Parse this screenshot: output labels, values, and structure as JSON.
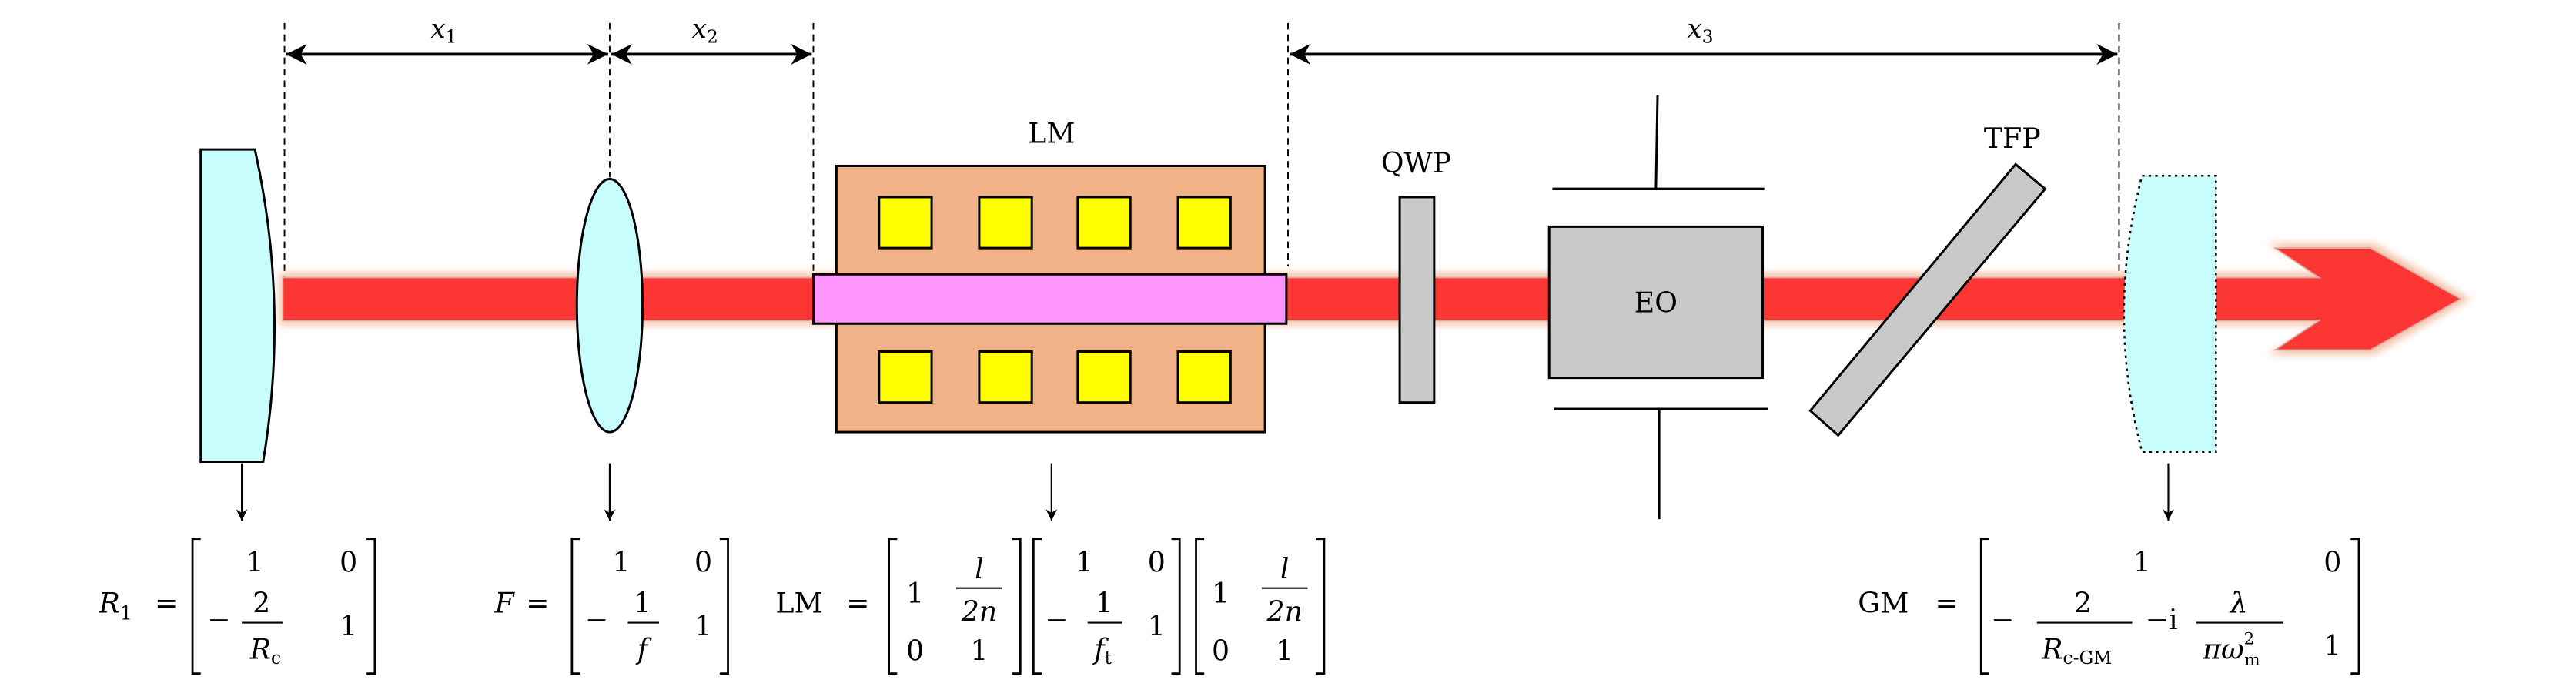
{
  "dimensions": {
    "x1": {
      "base": "x",
      "sub": "1"
    },
    "x2": {
      "base": "x",
      "sub": "2"
    },
    "x3": {
      "base": "x",
      "sub": "3"
    }
  },
  "components": {
    "lm_label": "LM",
    "qwp_label": "QWP",
    "eo_label": "EO",
    "tfp_label": "TFP"
  },
  "colors": {
    "beam": "#fc3633",
    "beam_glow": "#f5c2a8",
    "mirror_fill": "#c8fdfd",
    "lm_housing": "#f2b287",
    "lm_coil": "#ffff00",
    "lm_rod": "#ff96fd",
    "optic_gray": "#c8c8c8"
  },
  "equations": {
    "r1": {
      "lhs": "R",
      "lhs_sub": "1",
      "m11": "1",
      "m12": "0",
      "m21_sign": "−",
      "m21_num": "2",
      "m21_den": "R",
      "m21_den_sub": "c",
      "m22": "1"
    },
    "f": {
      "lhs": "F",
      "m11": "1",
      "m12": "0",
      "m21_sign": "−",
      "m21_num": "1",
      "m21_den": "f",
      "m22": "1"
    },
    "lm": {
      "lhs": "LM",
      "a": {
        "m11": "1",
        "m12_num": "l",
        "m12_den": "2n",
        "m21": "0",
        "m22": "1"
      },
      "b": {
        "m11": "1",
        "m12": "0",
        "m21_sign": "−",
        "m21_num": "1",
        "m21_den": "f",
        "m21_den_sub": "t",
        "m22": "1"
      },
      "c": {
        "m11": "1",
        "m12_num": "l",
        "m12_den": "2n",
        "m21": "0",
        "m22": "1"
      }
    },
    "gm": {
      "lhs": "GM",
      "m11": "1",
      "m12": "0",
      "m21_sign": "−",
      "m21_num": "2",
      "m21_den": "R",
      "m21_den_sub": "c-GM",
      "m21_imag": "−i",
      "m21_imag_num": "λ",
      "m21_imag_den": "πω",
      "m21_imag_den_sup": "2",
      "m21_imag_den_sub": "m",
      "m22": "1"
    },
    "equals": "="
  }
}
